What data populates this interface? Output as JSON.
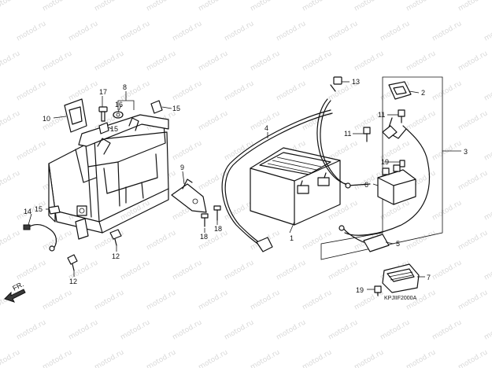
{
  "watermark_text": "motod.ru",
  "diagram_code": "KPJIIF2000A",
  "front_marker": "FR.",
  "callouts": [
    {
      "id": "c1",
      "label": "1"
    },
    {
      "id": "c2",
      "label": "2"
    },
    {
      "id": "c3",
      "label": "3"
    },
    {
      "id": "c4",
      "label": "4"
    },
    {
      "id": "c5",
      "label": "5"
    },
    {
      "id": "c6",
      "label": "6"
    },
    {
      "id": "c7",
      "label": "7"
    },
    {
      "id": "c8",
      "label": "8"
    },
    {
      "id": "c9",
      "label": "9"
    },
    {
      "id": "c10",
      "label": "10"
    },
    {
      "id": "c11a",
      "label": "11"
    },
    {
      "id": "c11b",
      "label": "11"
    },
    {
      "id": "c12a",
      "label": "12"
    },
    {
      "id": "c12b",
      "label": "12"
    },
    {
      "id": "c13",
      "label": "13"
    },
    {
      "id": "c14",
      "label": "14"
    },
    {
      "id": "c15a",
      "label": "15"
    },
    {
      "id": "c15b",
      "label": "15"
    },
    {
      "id": "c15c",
      "label": "15"
    },
    {
      "id": "c16",
      "label": "16"
    },
    {
      "id": "c17",
      "label": "17"
    },
    {
      "id": "c18a",
      "label": "18"
    },
    {
      "id": "c18b",
      "label": "18"
    },
    {
      "id": "c19a",
      "label": "19"
    },
    {
      "id": "c19b",
      "label": "19"
    }
  ]
}
